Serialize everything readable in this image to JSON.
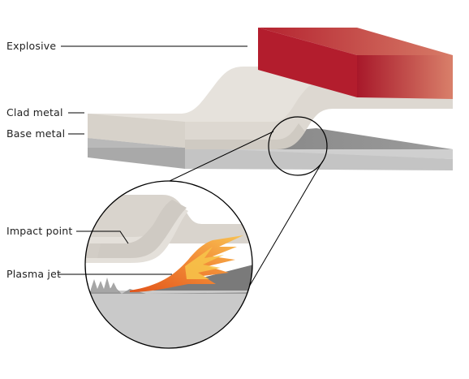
{
  "labels": {
    "explosive": "Explosive",
    "clad_metal": "Clad metal",
    "base_metal": "Base metal",
    "impact_point": "Impact point",
    "plasma_jet": "Plasma jet"
  },
  "colors": {
    "explosive_dark": "#b01f2e",
    "explosive_light": "#d9806a",
    "clad_top": "#e4e0db",
    "clad_front": "#ccc7c0",
    "base_top": "#8a8a8a",
    "base_front": "#c9c9c9",
    "jet_orange": "#f07a1e",
    "jet_yellow": "#f7c64a",
    "leader_line": "#000000"
  }
}
